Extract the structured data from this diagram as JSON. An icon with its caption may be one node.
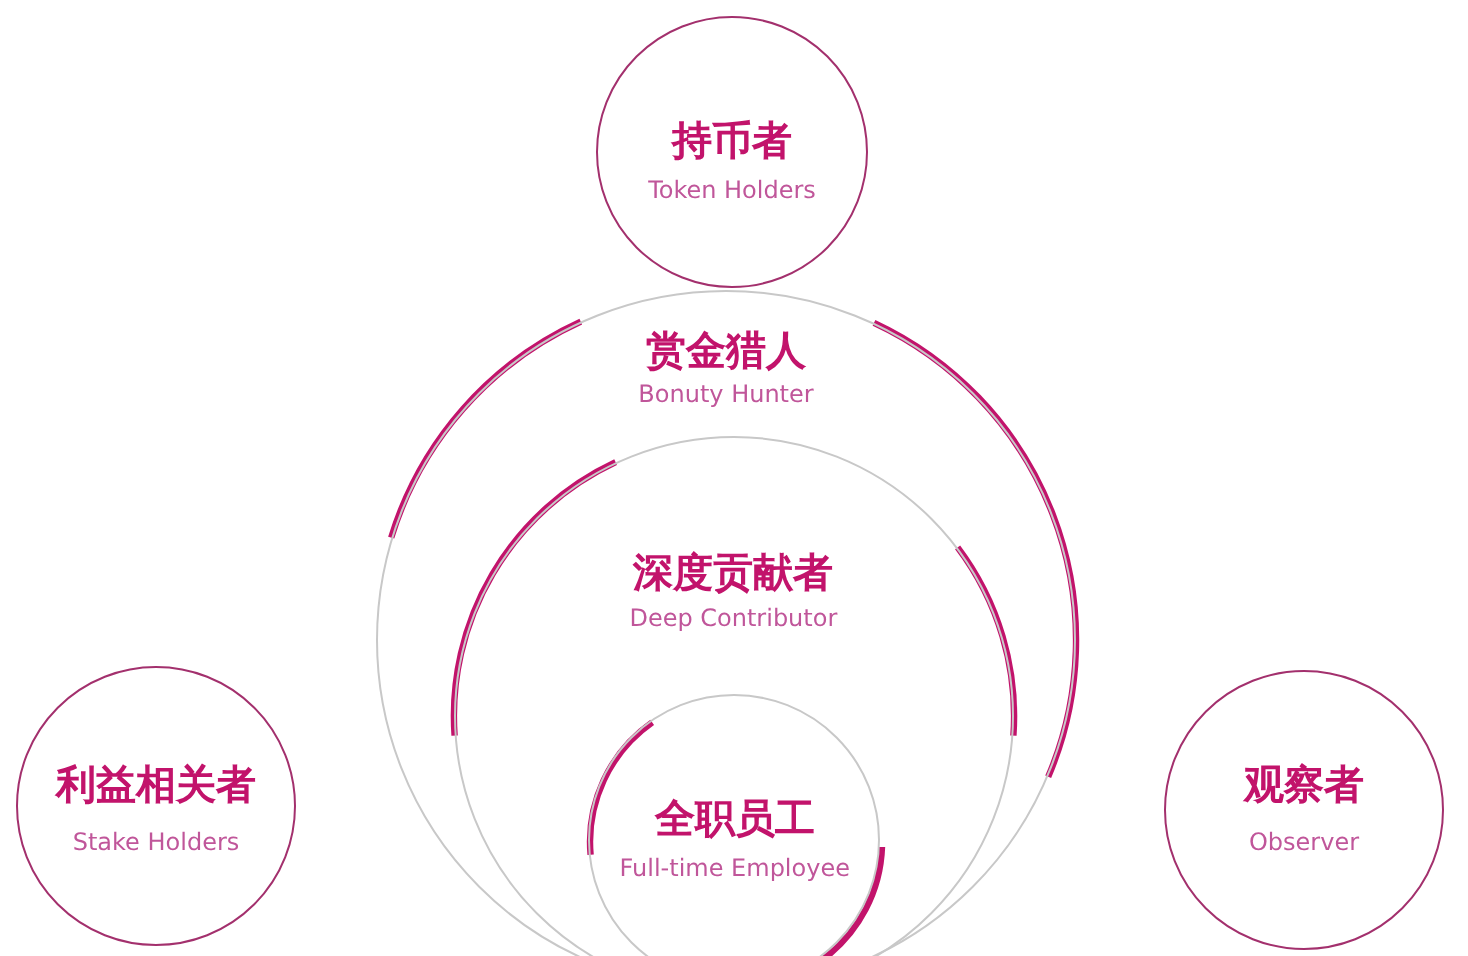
{
  "diagram": {
    "nodes": [
      {
        "text": [
          "持币者",
          "Token Holders"
        ]
      },
      {
        "text": [
          "赏金猎人",
          "Bonuty Hunter"
        ]
      },
      {
        "text": [
          "深度贡献者",
          "Deep Contributor"
        ],
        "in": 1
      },
      {
        "text": [
          "全职员工",
          "Full-time Employee"
        ],
        "in": 2
      },
      {
        "text": [
          "利益相关者",
          "Stake Holders"
        ]
      },
      {
        "text": [
          "观察者",
          "Observer"
        ]
      }
    ]
  }
}
